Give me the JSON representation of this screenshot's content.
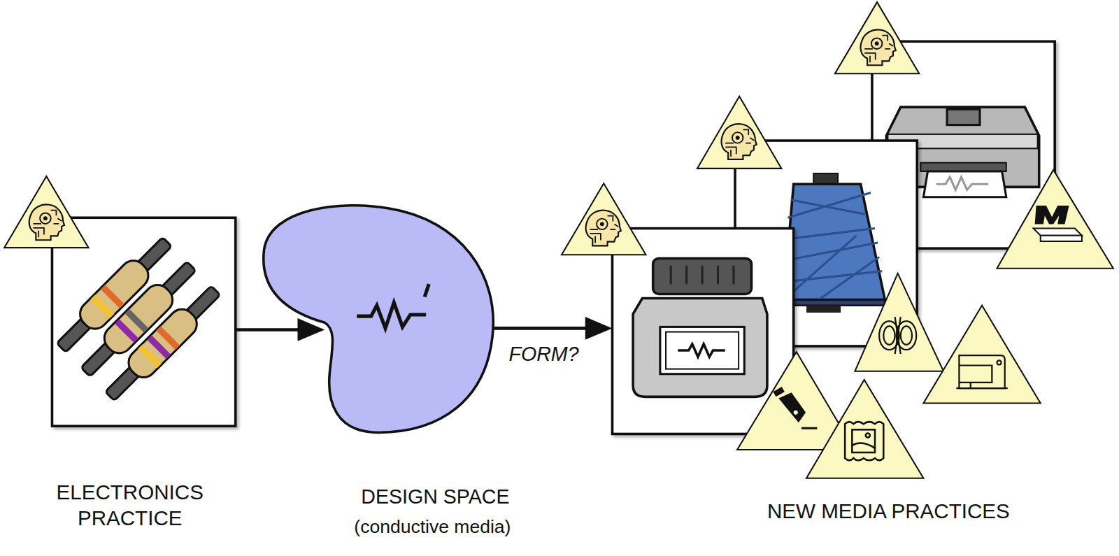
{
  "diagram": {
    "nodes": [
      {
        "text": [
          "ELECTRONICS PRACTICE"
        ]
      },
      {
        "text": [
          "DESIGN SPACE",
          "(conductive media)"
        ]
      },
      {
        "text": [
          "NEW MEDIA PRACTICES"
        ]
      }
    ],
    "edges": [
      {
        "from": 0,
        "to": 1,
        "arrow": "to"
      },
      {
        "from": 1,
        "to": 2,
        "arrow": "to",
        "label": "FORM?"
      }
    ]
  }
}
